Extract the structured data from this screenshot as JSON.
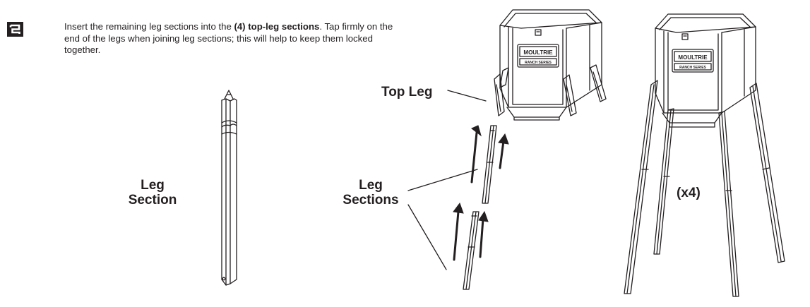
{
  "step": {
    "number": "2",
    "text_part1": "Insert the remaining leg sections into the ",
    "text_bold_qty": "(4)",
    "text_bold_term": " top-leg sections",
    "text_part2": ". Tap firmly on the end of the legs when joining leg sections; this will help to keep them locked together."
  },
  "labels": {
    "leg_section_line1": "Leg",
    "leg_section_line2": "Section",
    "leg_sections_line1": "Leg",
    "leg_sections_line2": "Sections",
    "top_leg": "Top Leg",
    "quantity": "(x4)"
  },
  "brand_plate": {
    "brand": "MOULTRIE",
    "series": "RANCH SERIES"
  },
  "colors": {
    "ink": "#231f20",
    "background": "#ffffff"
  },
  "icons": [
    "step-number-2-icon",
    "arrow-up-icon",
    "leader-line"
  ]
}
